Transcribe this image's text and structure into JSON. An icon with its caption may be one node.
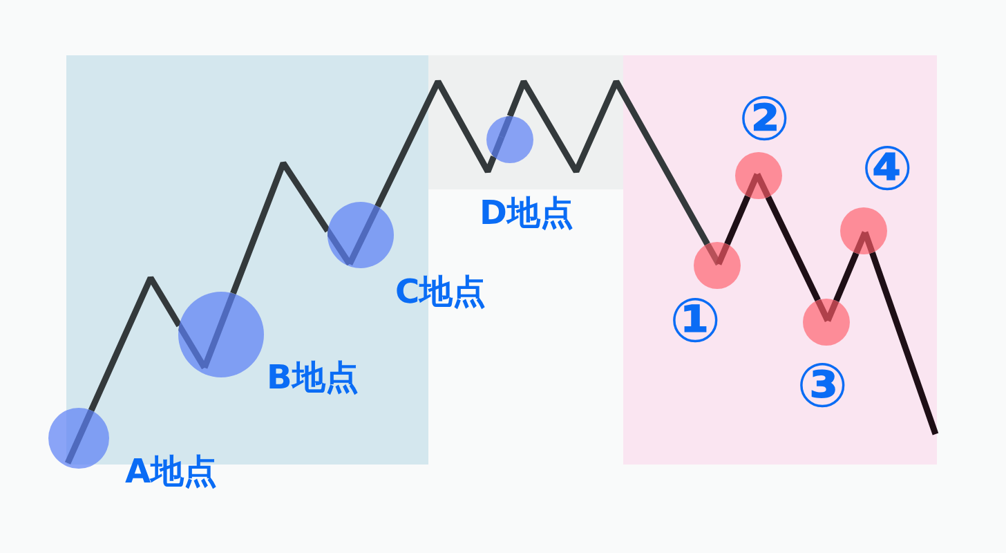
{
  "diagram": {
    "nodes": [
      {
        "text": [],
        "shape": "circle",
        "beside": [
          "A地点"
        ]
      },
      {
        "text": [],
        "shape": "circle",
        "beside": [
          "B地点"
        ]
      },
      {
        "text": [],
        "shape": "circle",
        "beside": [
          "C地点"
        ]
      },
      {
        "text": [],
        "shape": "circle",
        "beside": [
          "D地点"
        ]
      },
      {
        "text": [],
        "shape": "circle",
        "beside": [
          "①"
        ]
      },
      {
        "text": [],
        "shape": "circle",
        "beside": [
          "②"
        ]
      },
      {
        "text": [],
        "shape": "circle",
        "beside": [
          "③"
        ]
      },
      {
        "text": [],
        "shape": "circle",
        "beside": [
          "④"
        ]
      }
    ],
    "edges": [
      {
        "from": 0,
        "to": 1,
        "arrow": "none"
      },
      {
        "from": 1,
        "to": 2,
        "arrow": "none"
      },
      {
        "from": 2,
        "to": 3,
        "arrow": "none"
      },
      {
        "from": 3,
        "to": 4,
        "arrow": "none"
      },
      {
        "from": 4,
        "to": 5,
        "arrow": "none",
        "color": "#1e0f16"
      },
      {
        "from": 5,
        "to": 6,
        "arrow": "none",
        "color": "#1e0f16"
      },
      {
        "from": 6,
        "to": 7,
        "arrow": "none",
        "color": "#1e0f16"
      },
      {
        "from": 7,
        "to": null,
        "arrow": "none",
        "color": "#1e0f16"
      }
    ]
  }
}
